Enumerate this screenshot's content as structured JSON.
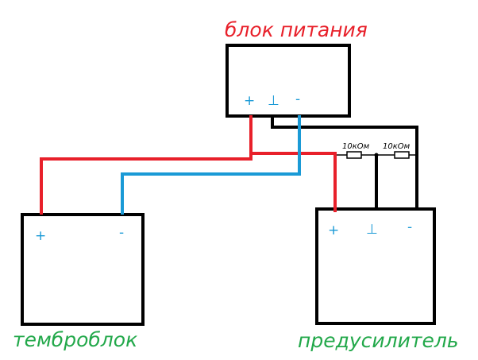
{
  "title": "Wiring diagram: power supply, tone block and preamplifier",
  "colors": {
    "positive_wire": "#e8202a",
    "negative_wire": "#1a9ad6",
    "ground_wire": "#000000",
    "terminal_text": "#1a9ad6",
    "psu_label": "#e8202a",
    "module_label": "#22a84a"
  },
  "power_supply": {
    "label": "блок питания",
    "terminals": {
      "plus": "+",
      "ground": "⊥",
      "minus": "-"
    }
  },
  "tone_block": {
    "label": "темброблок",
    "terminals": {
      "plus": "+",
      "minus": "-"
    }
  },
  "preamp": {
    "label": "предусилитель",
    "terminals": {
      "plus": "+",
      "ground": "⊥",
      "minus": "-"
    }
  },
  "resistors": [
    {
      "label": "10кОм"
    },
    {
      "label": "10кОм"
    }
  ]
}
